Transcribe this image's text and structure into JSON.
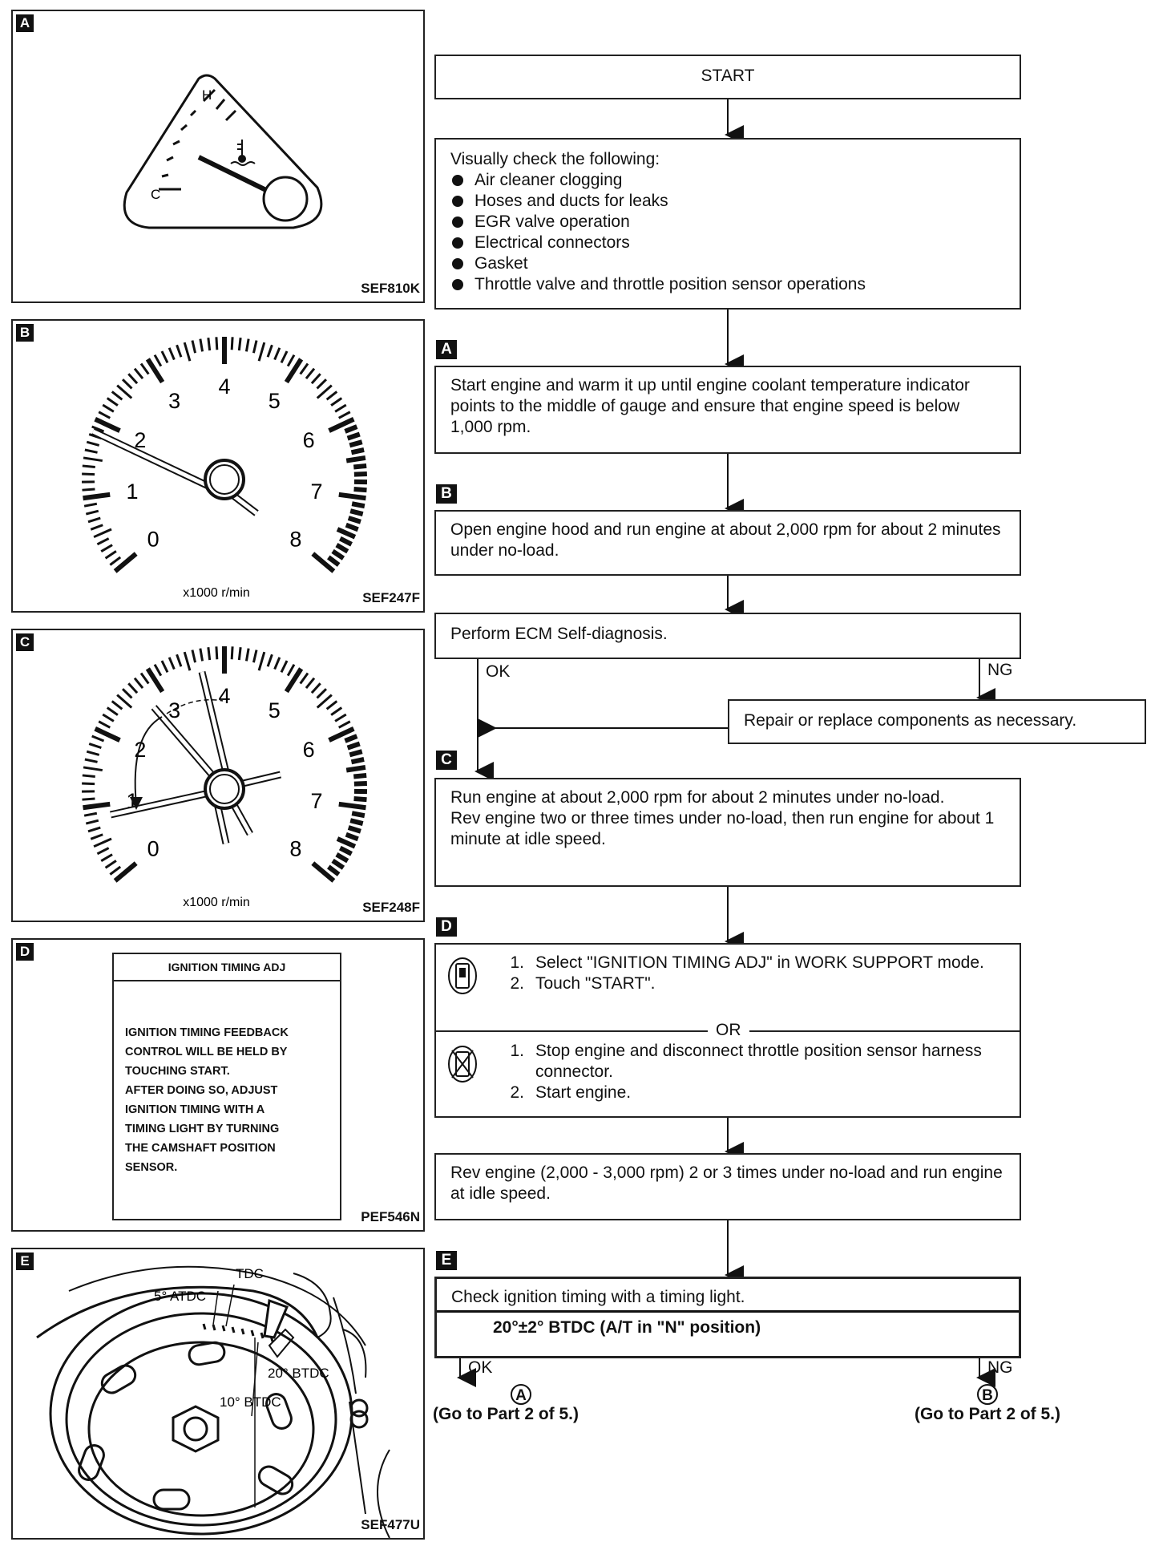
{
  "panels": {
    "a": {
      "letter": "A",
      "code": "SEF810K",
      "gauge_hot": "H",
      "gauge_cold": "C"
    },
    "b": {
      "letter": "B",
      "code": "SEF247F",
      "scale": [
        "0",
        "1",
        "2",
        "3",
        "4",
        "5",
        "6",
        "7",
        "8"
      ],
      "unit": "x1000 r/min"
    },
    "c": {
      "letter": "C",
      "code": "SEF248F",
      "scale": [
        "0",
        "1",
        "2",
        "3",
        "4",
        "5",
        "6",
        "7",
        "8"
      ],
      "unit": "x1000 r/min"
    },
    "d": {
      "letter": "D",
      "code": "PEF546N",
      "screen_title": "IGNITION TIMING ADJ",
      "screen_lines": [
        "IGNITION TIMING FEEDBACK",
        "CONTROL WILL BE HELD BY",
        "TOUCHING START.",
        "AFTER DOING SO, ADJUST",
        "IGNITION TIMING WITH A",
        "TIMING LIGHT BY TURNING",
        "THE CAMSHAFT POSITION",
        "SENSOR."
      ]
    },
    "e": {
      "letter": "E",
      "code": "SEF477U",
      "tdc": "TDC",
      "atdc5": "5° ATDC",
      "btdc20": "20° BTDC",
      "btdc10": "10° BTDC"
    }
  },
  "flow": {
    "start": "START",
    "visual_title": "Visually check the following:",
    "visual_items": [
      "Air cleaner clogging",
      "Hoses and ducts for leaks",
      "EGR valve operation",
      "Electrical connectors",
      "Gasket",
      "Throttle valve and throttle position sensor operations"
    ],
    "step_a_letter": "A",
    "step_a": "Start engine and warm it up until engine coolant temperature indicator points to the middle of gauge and ensure that engine speed is below 1,000 rpm.",
    "step_b_letter": "B",
    "step_b": "Open engine hood and run engine at about 2,000 rpm for about 2 minutes under no-load.",
    "self_diag": "Perform ECM Self-diagnosis.",
    "ok": "OK",
    "ng": "NG",
    "repair": "Repair or replace components as necessary.",
    "step_c_letter": "C",
    "step_c_1": "Run engine at about 2,000 rpm for about 2 minutes under no-load.",
    "step_c_2": "Rev engine two or three times under no-load, then run engine for about 1 minute at idle speed.",
    "step_d_letter": "D",
    "step_d_with": [
      {
        "n": "1.",
        "t": "Select \"IGNITION TIMING ADJ\" in WORK SUPPORT mode."
      },
      {
        "n": "2.",
        "t": "Touch \"START\"."
      }
    ],
    "or": "OR",
    "step_d_without": [
      {
        "n": "1.",
        "t": "Stop engine and disconnect throttle position sensor harness connector."
      },
      {
        "n": "2.",
        "t": "Start engine."
      }
    ],
    "rev": "Rev engine (2,000 - 3,000 rpm) 2 or 3 times under no-load and run engine at idle speed.",
    "step_e_letter": "E",
    "check": "Check ignition timing with a timing light.",
    "spec": "20°±2° BTDC (A/T in \"N\" position)",
    "goto_a_mark": "A",
    "goto_a": "(Go to Part 2 of 5.)",
    "goto_b_mark": "B",
    "goto_b": "(Go to Part 2 of 5.)"
  }
}
